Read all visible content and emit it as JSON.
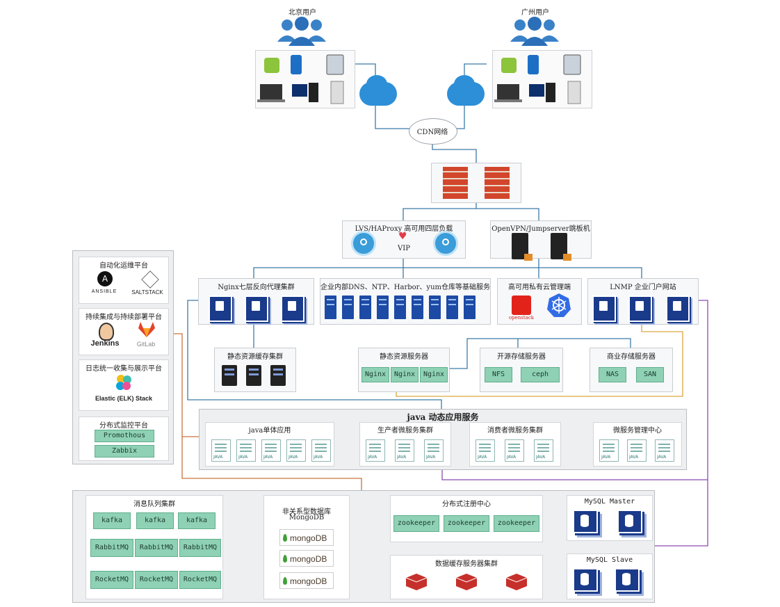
{
  "users": {
    "beijing": "北京用户",
    "guangzhou": "广州用户"
  },
  "cdn": "CDN网络",
  "lvs": {
    "title": "LVS/HAProxy 高可用四层负载",
    "vip": "VIP"
  },
  "openvpn": "OpenVPN/Jumpserver跳板机",
  "nginx_proxy": "Nginx七层反向代理集群",
  "infra": "企业内部DNS、NTP、Harbor、yum仓库等基础服务",
  "private_cloud": {
    "title": "高可用私有云管理端",
    "openstack": "openstack"
  },
  "lnmp": "LNMP 企业门户网站",
  "static_cache": "静态资源缓存集群",
  "static_server": {
    "title": "静态资源服务器",
    "items": [
      "Nginx",
      "Nginx",
      "Nginx"
    ]
  },
  "open_storage": {
    "title": "开源存储服务器",
    "items": [
      "NFS",
      "ceph"
    ]
  },
  "biz_storage": {
    "title": "商业存储服务器",
    "items": [
      "NAS",
      "SAN"
    ]
  },
  "java_service": {
    "title": "java 动态应用服务",
    "mono": "java单体应用",
    "producer": "生产者微服务集群",
    "consumer": "消费者微服务集群",
    "mgmt": "微服务管理中心",
    "doc_label": "JAVA"
  },
  "left_platforms": {
    "ops": {
      "title": "自动化运维平台",
      "ansible": "ANSIBLE",
      "saltstack": "SALTSTACK"
    },
    "ci": {
      "title": "持续集成与持续部署平台",
      "jenkins": "Jenkins",
      "gitlab": "GitLab"
    },
    "log": {
      "title": "日志统一收集与展示平台",
      "elk": "Elastic (ELK) Stack"
    },
    "monitor": {
      "title": "分布式监控平台",
      "items": [
        "Promothous",
        "Zabbix"
      ]
    }
  },
  "mq": {
    "title": "消息队列集群",
    "kafka": [
      "kafka",
      "kafka",
      "kafka"
    ],
    "rabbit": [
      "RabbitMQ",
      "RabbitMQ",
      "RabbitMQ"
    ],
    "rocket": [
      "RocketMQ",
      "RocketMQ",
      "RocketMQ"
    ]
  },
  "nosql": {
    "title": "非关系型数据库",
    "subtitle": "MongoDB",
    "items": [
      "mongoDB",
      "mongoDB",
      "mongoDB"
    ]
  },
  "registry": {
    "title": "分布式注册中心",
    "items": [
      "zookeeper",
      "zookeeper",
      "zookeeper"
    ]
  },
  "cache": "数据缓存服务器集群",
  "mysql_master": "MySQL Master",
  "mysql_slave": "MySQL Slave"
}
